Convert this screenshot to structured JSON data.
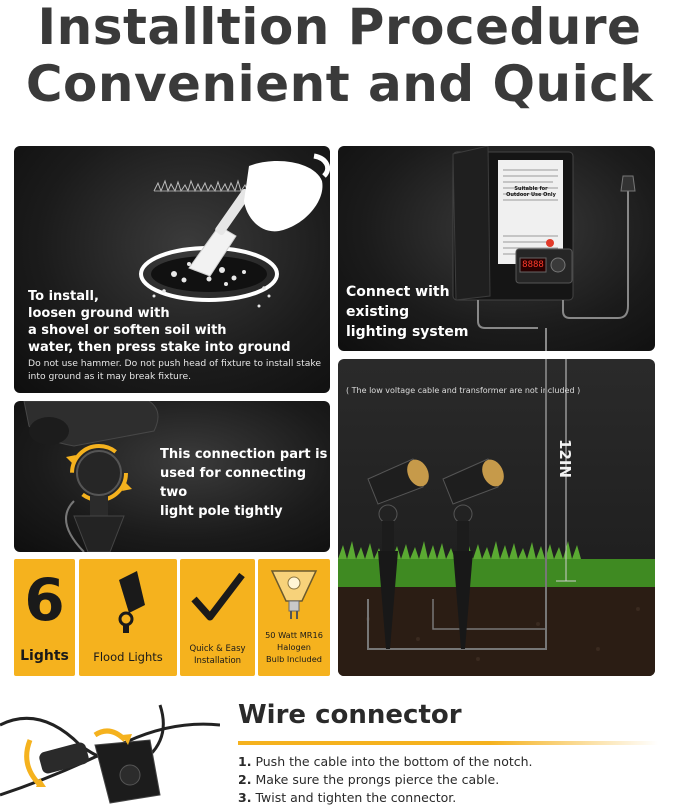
{
  "headline": {
    "line1": "Installtion Procedure",
    "line2": "Convenient and Quick"
  },
  "install_panel": {
    "instruction_lines": [
      "To install,",
      "loosen ground with",
      "a shovel or soften soil with",
      "water, then press stake into ground"
    ],
    "warning_lines": [
      "Do not use hammer. Do not push head of fixture to install stake",
      "into ground as it may break fixture."
    ]
  },
  "connect_panel": {
    "caption_lines": [
      "Connect with",
      "existing",
      "lighting system"
    ],
    "transformer_label_lines": [
      "Suitable for",
      "Outdoor Use Only"
    ],
    "display_digits": "8888"
  },
  "joint_panel": {
    "caption_lines": [
      "This connection part is",
      "used for connecting two",
      "light pole tightly"
    ]
  },
  "scene_panel": {
    "note": "( The low voltage cable and transformer are not included )",
    "measure": "12IN"
  },
  "features": [
    {
      "big": "6",
      "label": "Lights"
    },
    {
      "label": "Flood Lights"
    },
    {
      "label_lines": [
        "Quick & Easy",
        "Installation"
      ]
    },
    {
      "label_lines": [
        "50 Watt MR16",
        "Halogen",
        "Bulb Included"
      ]
    }
  ],
  "wire_connector": {
    "title": "Wire connector",
    "steps": [
      {
        "num": "1.",
        "text": "Push the cable into the bottom of the notch."
      },
      {
        "num": "2.",
        "text": "Make sure the prongs pierce the cable."
      },
      {
        "num": "3.",
        "text": "Twist and tighten the connector."
      }
    ]
  },
  "colors": {
    "accent": "#f5b21e",
    "panel_dark": "#1b1b1b",
    "headline": "#3a3a3a",
    "grass": "#4f9a2a",
    "soil": "#2b1d14"
  }
}
